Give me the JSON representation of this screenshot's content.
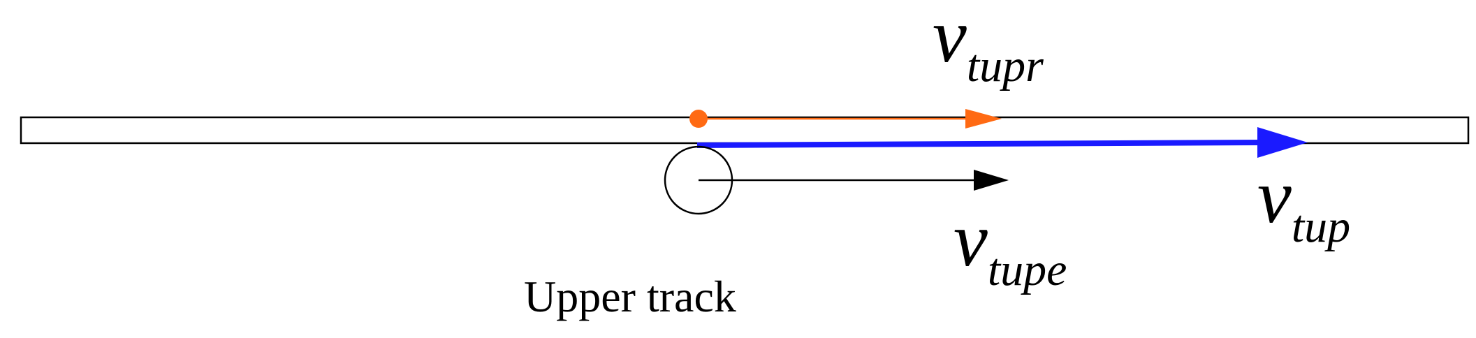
{
  "labels": {
    "v_tupr": {
      "main": "v",
      "sub": "tupr"
    },
    "v_tupe": {
      "main": "v",
      "sub": "tupe"
    },
    "v_tup": {
      "main": "v",
      "sub": "tup"
    },
    "caption": "Upper track"
  },
  "colors": {
    "track": "#000000",
    "v_tupr": "#ff6a13",
    "v_tup": "#1a1aff",
    "v_tupe": "#000000",
    "roller": "#000000"
  }
}
